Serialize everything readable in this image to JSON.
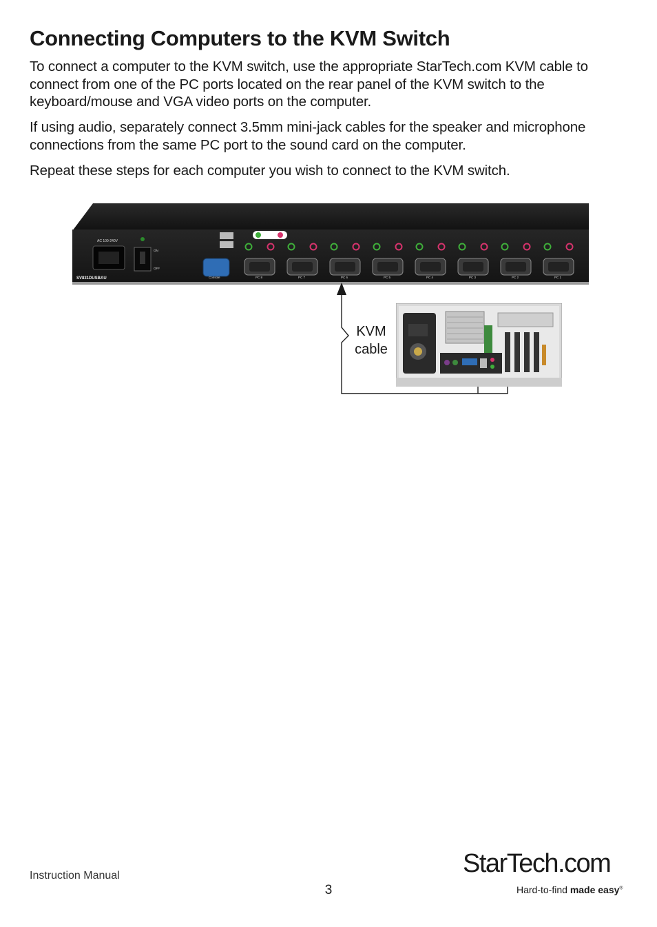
{
  "page": {
    "title": "Connecting Computers to the KVM Switch",
    "paragraphs": [
      "To connect a computer to the KVM switch, use the appropriate StarTech.com KVM cable to connect from one of the PC ports located on the rear panel of the KVM switch to the keyboard/mouse and VGA video ports on the computer.",
      "If using audio, separately connect 3.5mm mini-jack cables for the speaker and microphone connections from the same PC port to the sound card on the computer.",
      "Repeat these steps for each computer you wish to connect to the KVM switch."
    ]
  },
  "figure": {
    "cable_label_line1": "KVM",
    "cable_label_line2": "cable",
    "kvm_model": "SV831DUSBAU",
    "power_rating": "AC 100-240V",
    "switch_on": "ON",
    "switch_off": "OFF",
    "console_label": "Console",
    "port_labels": [
      "PC 8",
      "PC 7",
      "PC 6",
      "PC 5",
      "PC 4",
      "PC 3",
      "PC 2",
      "PC 1"
    ]
  },
  "footer": {
    "doc_type": "Instruction Manual",
    "page_number": "3",
    "brand": "StarTech.com",
    "tagline_light": "Hard-to-find ",
    "tagline_bold": "made easy",
    "tagline_mark": "®"
  },
  "colors": {
    "text": "#1a1a1a",
    "panel": "#1c1c1c",
    "vga_blue": "#2f6db5",
    "audio_green": "#3fae3a",
    "audio_pink": "#d6336c"
  }
}
